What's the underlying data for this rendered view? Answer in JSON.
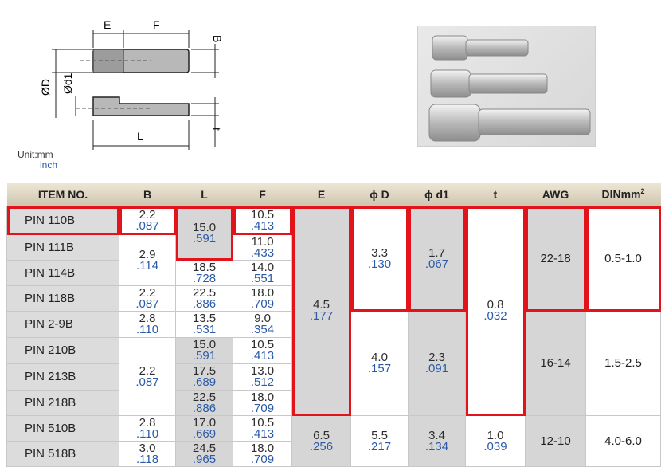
{
  "drawing": {
    "dim_labels": {
      "E": "E",
      "F": "F",
      "B": "B",
      "OD": "ØD",
      "Od1": "Ød1",
      "L": "L",
      "t": "t"
    }
  },
  "unit": {
    "mm": "Unit:mm",
    "inch": "inch"
  },
  "photo_icon": "pin-terminal-photo",
  "table": {
    "headers": [
      "ITEM NO.",
      "B",
      "L",
      "F",
      "E",
      "ϕ D",
      "ϕ d1",
      "t",
      "AWG",
      "DINmm"
    ],
    "din_sup": "2",
    "items": [
      "PIN 110B",
      "PIN 111B",
      "PIN 114B",
      "PIN 118B",
      "PIN 2-9B",
      "PIN 210B",
      "PIN 213B",
      "PIN 218B",
      "PIN 510B",
      "PIN 518B"
    ],
    "B": [
      {
        "mm": "2.2",
        "in": ".087"
      },
      {
        "mm": "2.9",
        "in": ".114"
      },
      {
        "mm": "2.2",
        "in": ".087"
      },
      {
        "mm": "2.8",
        "in": ".110"
      },
      {
        "mm": "2.2",
        "in": ".087"
      },
      {
        "mm": "2.8",
        "in": ".110"
      },
      {
        "mm": "3.0",
        "in": ".118"
      }
    ],
    "L": [
      {
        "mm": "15.0",
        "in": ".591"
      },
      {
        "mm": "18.5",
        "in": ".728"
      },
      {
        "mm": "22.5",
        "in": ".886"
      },
      {
        "mm": "13.5",
        "in": ".531"
      },
      {
        "mm": "15.0",
        "in": ".591"
      },
      {
        "mm": "17.5",
        "in": ".689"
      },
      {
        "mm": "22.5",
        "in": ".886"
      },
      {
        "mm": "17.0",
        "in": ".669"
      },
      {
        "mm": "24.5",
        "in": ".965"
      }
    ],
    "F": [
      {
        "mm": "10.5",
        "in": ".413"
      },
      {
        "mm": "11.0",
        "in": ".433"
      },
      {
        "mm": "14.0",
        "in": ".551"
      },
      {
        "mm": "18.0",
        "in": ".709"
      },
      {
        "mm": "9.0",
        "in": ".354"
      },
      {
        "mm": "10.5",
        "in": ".413"
      },
      {
        "mm": "13.0",
        "in": ".512"
      },
      {
        "mm": "18.0",
        "in": ".709"
      },
      {
        "mm": "10.5",
        "in": ".413"
      },
      {
        "mm": "18.0",
        "in": ".709"
      }
    ],
    "E": [
      {
        "mm": "4.5",
        "in": ".177"
      },
      {
        "mm": "6.5",
        "in": ".256"
      }
    ],
    "D": [
      {
        "mm": "3.3",
        "in": ".130"
      },
      {
        "mm": "4.0",
        "in": ".157"
      },
      {
        "mm": "5.5",
        "in": ".217"
      }
    ],
    "d1": [
      {
        "mm": "1.7",
        "in": ".067"
      },
      {
        "mm": "2.3",
        "in": ".091"
      },
      {
        "mm": "3.4",
        "in": ".134"
      }
    ],
    "t": [
      {
        "mm": "0.8",
        "in": ".032"
      },
      {
        "mm": "1.0",
        "in": ".039"
      }
    ],
    "AWG": [
      "22-18",
      "16-14",
      "12-10"
    ],
    "DIN": [
      "0.5-1.0",
      "1.5-2.5",
      "4.0-6.0"
    ]
  }
}
